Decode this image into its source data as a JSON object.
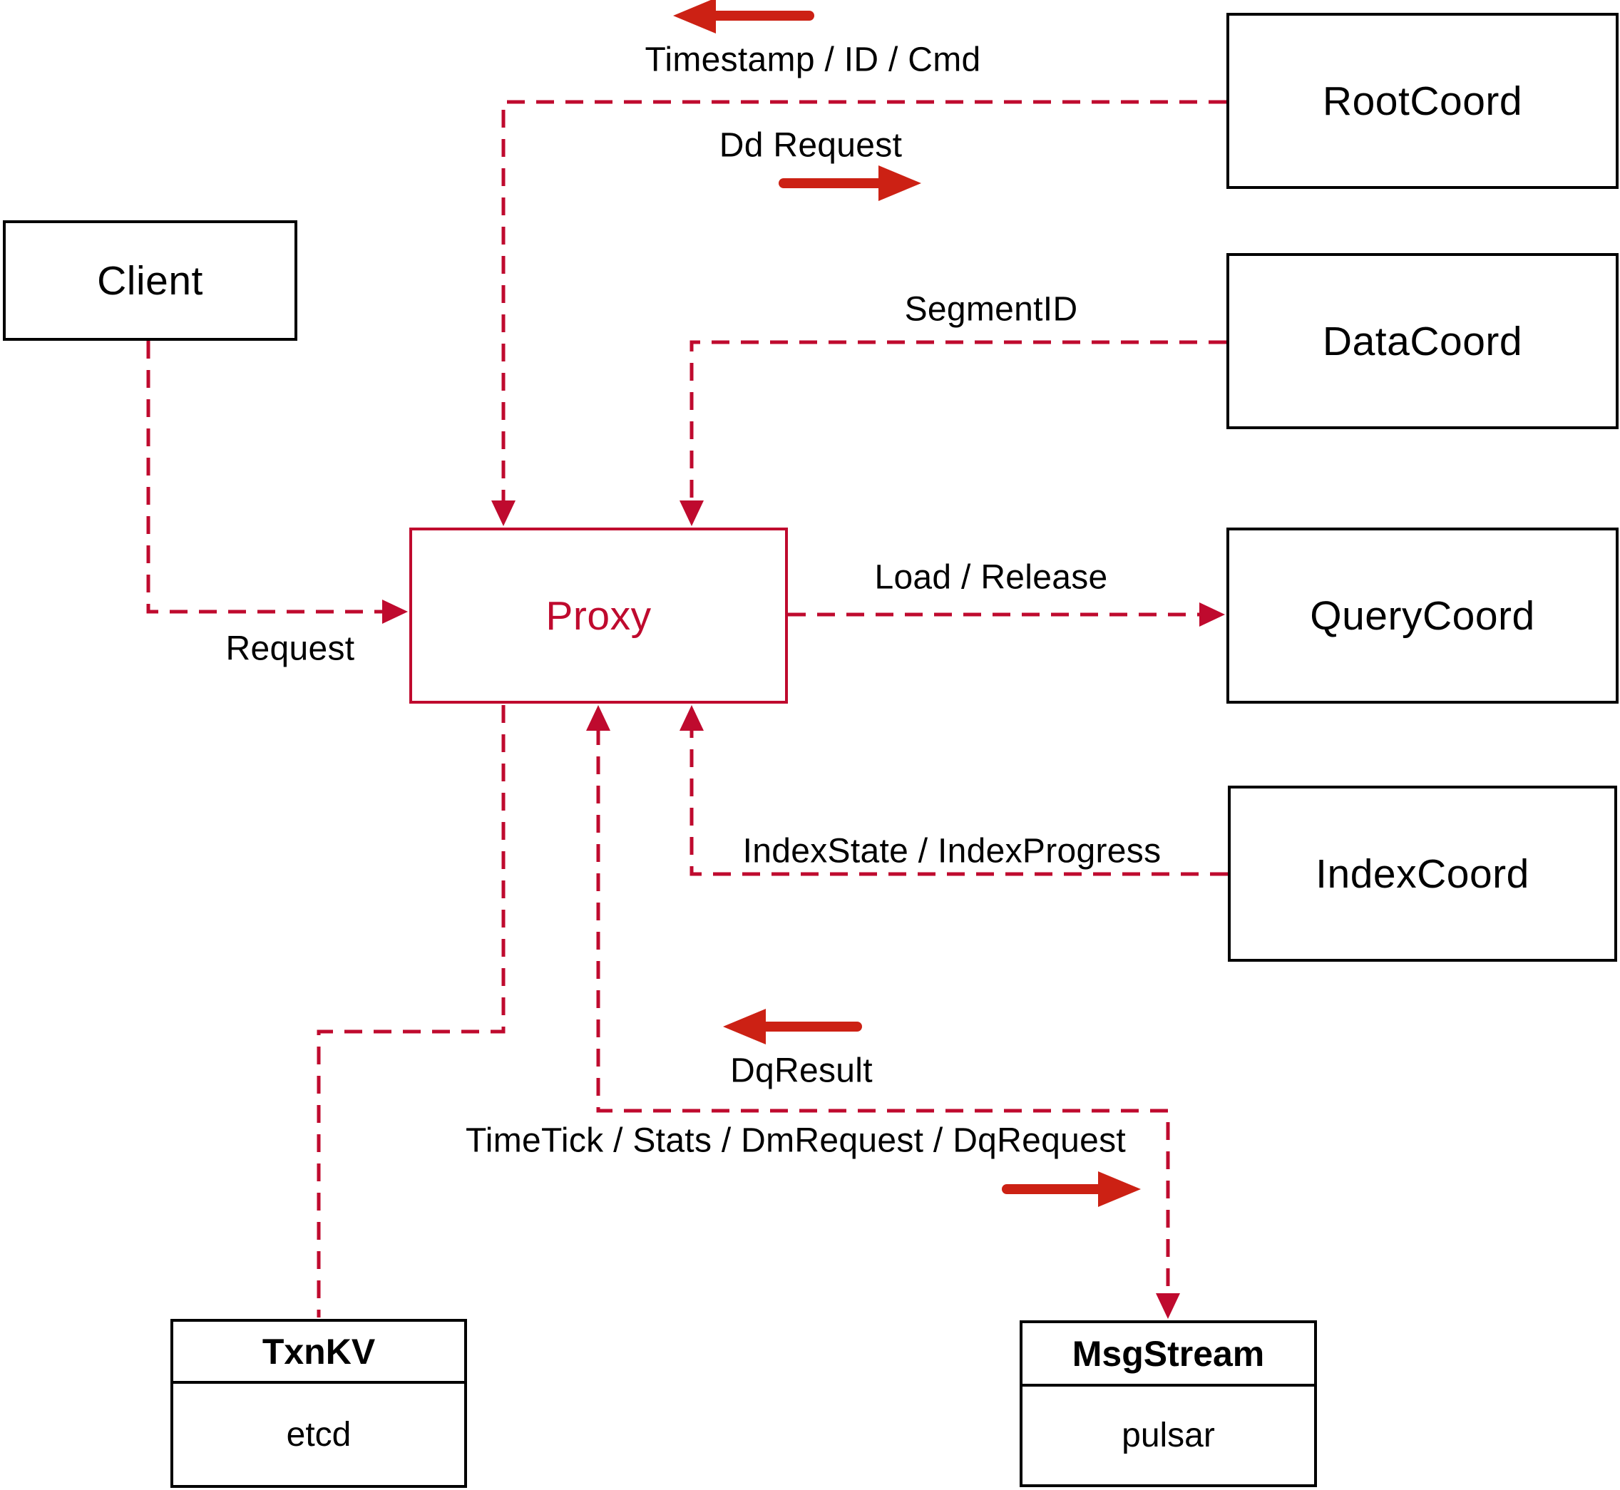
{
  "diagram": {
    "colors": {
      "dashed-line": "#bf0a2e",
      "solid-arrow": "#cc2114",
      "node-border": "#000000",
      "node-text": "#000000",
      "proxy-accent": "#bf0a2e",
      "background": "#ffffff"
    },
    "nodes": {
      "client": {
        "label": "Client"
      },
      "proxy": {
        "label": "Proxy"
      },
      "rootcoord": {
        "label": "RootCoord"
      },
      "datacoord": {
        "label": "DataCoord"
      },
      "querycoord": {
        "label": "QueryCoord"
      },
      "indexcoord": {
        "label": "IndexCoord"
      },
      "txnkv": {
        "title": "TxnKV",
        "impl": "etcd"
      },
      "msgstream": {
        "title": "MsgStream",
        "impl": "pulsar"
      }
    },
    "edge_labels": {
      "request": "Request",
      "timestamp_id_cmd": "Timestamp / ID / Cmd",
      "dd_request": "Dd Request",
      "segment_id": "SegmentID",
      "load_release": "Load / Release",
      "index_state": "IndexState / IndexProgress",
      "dq_result": "DqResult",
      "time_tick": "TimeTick / Stats / DmRequest / DqRequest"
    }
  }
}
